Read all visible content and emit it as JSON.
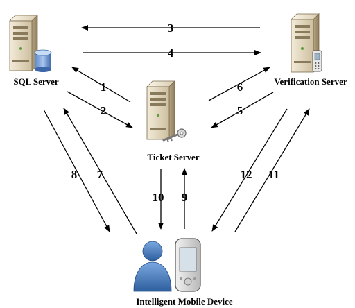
{
  "nodes": {
    "sql_server": {
      "label": "SQL Server"
    },
    "verification_server": {
      "label": "Verification Server"
    },
    "ticket_server": {
      "label": "Ticket Server"
    },
    "mobile_device": {
      "label": "Intelligent Mobile Device"
    }
  },
  "edges": [
    {
      "label": "1",
      "from": "ticket_server",
      "to": "sql_server"
    },
    {
      "label": "2",
      "from": "sql_server",
      "to": "ticket_server"
    },
    {
      "label": "3",
      "from": "verification_server",
      "to": "sql_server"
    },
    {
      "label": "4",
      "from": "sql_server",
      "to": "verification_server"
    },
    {
      "label": "5",
      "from": "verification_server",
      "to": "ticket_server"
    },
    {
      "label": "6",
      "from": "ticket_server",
      "to": "verification_server"
    },
    {
      "label": "7",
      "from": "mobile_device",
      "to": "sql_server"
    },
    {
      "label": "8",
      "from": "sql_server",
      "to": "mobile_device"
    },
    {
      "label": "9",
      "from": "mobile_device",
      "to": "ticket_server"
    },
    {
      "label": "10",
      "from": "ticket_server",
      "to": "mobile_device"
    },
    {
      "label": "11",
      "from": "mobile_device",
      "to": "verification_server"
    },
    {
      "label": "12",
      "from": "verification_server",
      "to": "mobile_device"
    }
  ]
}
